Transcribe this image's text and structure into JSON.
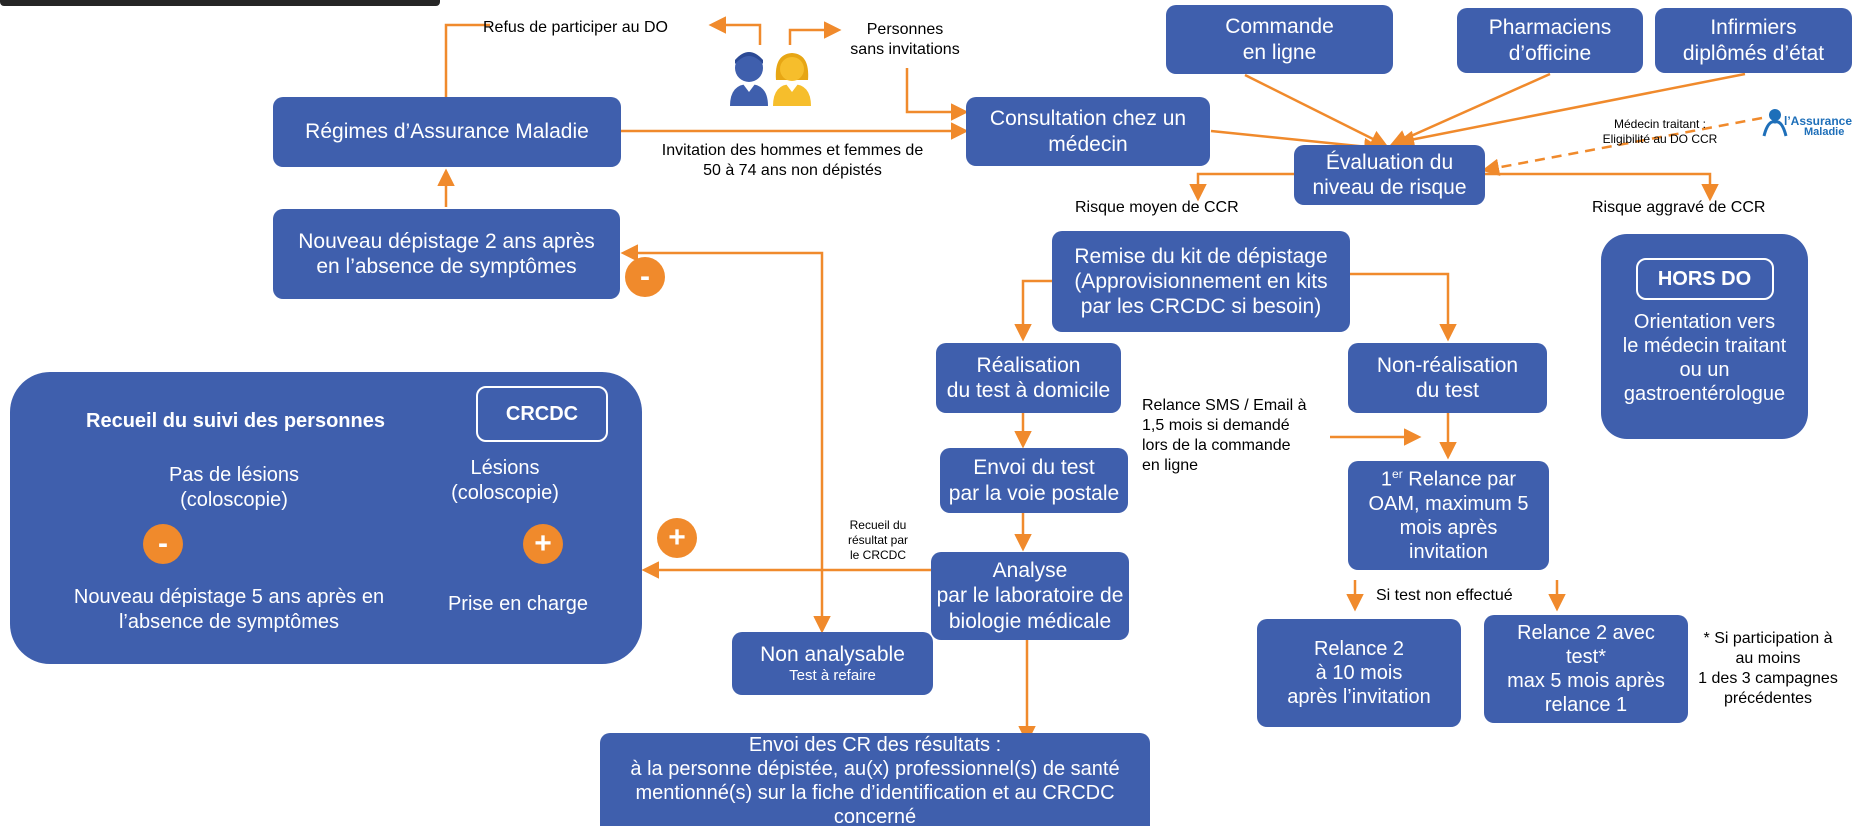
{
  "colors": {
    "box": "#3f5fad",
    "arrow": "#f08a2c",
    "accent": "#f08a2c"
  },
  "boxes": {
    "regimes": "Régimes d’Assurance Maladie",
    "nouveau2_l1": "Nouveau dépistage 2 ans après",
    "nouveau2_l2": "en l’absence de symptômes",
    "consultation_l1": "Consultation chez un",
    "consultation_l2": "médecin",
    "commande_l1": "Commande",
    "commande_l2": "en ligne",
    "pharmaciens_l1": "Pharmaciens",
    "pharmaciens_l2": "d’officine",
    "infirmiers_l1": "Infirmiers",
    "infirmiers_l2": "diplômés d’état",
    "evaluation_l1": "Évaluation du",
    "evaluation_l2": "niveau de risque",
    "remise_l1": "Remise du kit de dépistage",
    "remise_l2": "(Approvisionnement en kits",
    "remise_l3": "par les CRCDC si besoin)",
    "realisation_l1": "Réalisation",
    "realisation_l2": "du test à domicile",
    "nonrealisation_l1": "Non-réalisation",
    "nonrealisation_l2": "du test",
    "envoi_l1": "Envoi du test",
    "envoi_l2": "par la voie postale",
    "analyse_l1": "Analyse",
    "analyse_l2": "par le laboratoire de",
    "analyse_l3": "biologie médicale",
    "nonanalysable_l1": "Non analysable",
    "nonanalysable_l2": "Test à refaire",
    "envoicr_l1": "Envoi des CR des résultats :",
    "envoicr_l2": "à la personne dépistée, au(x) professionnel(s) de santé",
    "envoicr_l3": "mentionné(s) sur la fiche d’identification et au CRCDC",
    "envoicr_l4": "concerné",
    "relance1_sup": "er",
    "relance1_l1a": "1",
    "relance1_l1b": " Relance par",
    "relance1_l2": "OAM, maximum 5",
    "relance1_l3": "mois après",
    "relance1_l4": "invitation",
    "relance2_l1": "Relance 2",
    "relance2_l2": "à 10 mois",
    "relance2_l3": "après l’invitation",
    "relance2b_l1": "Relance 2 avec",
    "relance2b_l2": "test*",
    "relance2b_l3": "max 5 mois après",
    "relance2b_l4": "relance 1",
    "horsdo_tag": "HORS DO",
    "horsdo_l1": "Orientation vers",
    "horsdo_l2": "le médecin traitant",
    "horsdo_l3": "ou un",
    "horsdo_l4": "gastroentérologue"
  },
  "recueil": {
    "title": "Recueil du suivi des personnes",
    "tag": "CRCDC",
    "pas_l1": "Pas de lésions",
    "pas_l2": "(coloscopie)",
    "les_l1": "Lésions",
    "les_l2": "(coloscopie)",
    "nouveau5_l1": "Nouveau dépistage 5 ans après en",
    "nouveau5_l2": "l’absence de  symptômes",
    "prise": "Prise en charge"
  },
  "labels": {
    "refus": "Refus de participer au DO",
    "sans_l1": "Personnes",
    "sans_l2": "sans invitations",
    "invitation_l1": "Invitation des hommes et femmes de",
    "invitation_l2": "50 à 74 ans non dépistés",
    "risque_moyen": "Risque moyen de CCR",
    "risque_aggrave": "Risque aggravé de CCR",
    "medecin_l1": "Médecin traitant :",
    "medecin_l2": "Eligibilité au DO CCR",
    "assurance_l1": "l’Assurance",
    "assurance_l2": "Maladie",
    "relance_sms_l1": "Relance SMS / Email à",
    "relance_sms_l2": "1,5 mois si demandé",
    "relance_sms_l3": "lors de la commande",
    "relance_sms_l4": "en ligne",
    "recueil_l1": "Recueil du",
    "recueil_l2": "résultat par",
    "recueil_l3": "le CRCDC",
    "si_test": "Si test non effectué",
    "note_l1": "* Si participation à",
    "note_l2": "au moins",
    "note_l3": "1 des 3 campagnes",
    "note_l4": "précédentes"
  },
  "signs": {
    "minus": "-",
    "plus": "+"
  },
  "icons": [
    "man-icon",
    "woman-icon",
    "assurance-maladie-logo"
  ]
}
